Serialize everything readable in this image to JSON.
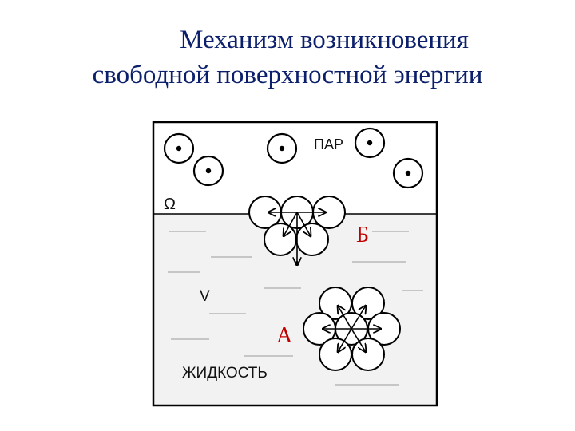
{
  "title": {
    "line1": "Механизм возникновения",
    "line2": "свободной поверхностной энергии"
  },
  "diagram": {
    "vapor_label": "ПАР",
    "liquid_label": "ЖИДКОСТЬ",
    "omega_label": "Ω",
    "volume_label": "V",
    "surface_molecule_label": "Б",
    "bulk_molecule_label": "А"
  },
  "colors": {
    "title": "#0b1f6b",
    "marker_labels": "#c00000",
    "liquid_fill": "#f2f2f2",
    "vapor_fill": "#ffffff",
    "outline": "#000000"
  }
}
